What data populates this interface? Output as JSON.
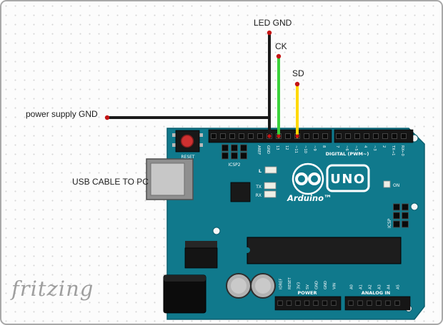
{
  "labels": {
    "led_gnd": "LED GND",
    "ck": "CK",
    "sd": "SD",
    "power_supply_gnd": "power supply GND",
    "usb_cable": "USB CABLE TO PC"
  },
  "logo": {
    "text": "fritzing"
  },
  "colors": {
    "board": "#10798c",
    "wire_black": "#1a1a1a",
    "wire_green": "#3bd23b",
    "wire_yellow": "#ffd900",
    "dot_red": "#c41414"
  },
  "board": {
    "reset_label": "RESET",
    "icsp2_label": "ICSP2",
    "icsp_label": "ICSP",
    "digital_label": "DIGITAL (PWM~)",
    "led_l": "L",
    "led_tx": "TX",
    "led_rx": "RX",
    "on_label": "ON",
    "brand": "Arduino™",
    "model": "UNO",
    "power_label": "POWER",
    "analog_label": "ANALOG IN",
    "pins_top_left": [
      "AREF",
      "GND",
      "13",
      "12",
      "~11",
      "~10",
      "~9",
      "8"
    ],
    "pins_top_right": [
      "7",
      "~6",
      "~5",
      "4",
      "~3",
      "2",
      "TX→1",
      "RX←0"
    ],
    "pins_power": [
      "IOREF",
      "RESET",
      "3V3",
      "5V",
      "GND",
      "GND",
      "VIN"
    ],
    "pins_analog": [
      "A0",
      "A1",
      "A2",
      "A3",
      "A4",
      "A5"
    ]
  }
}
